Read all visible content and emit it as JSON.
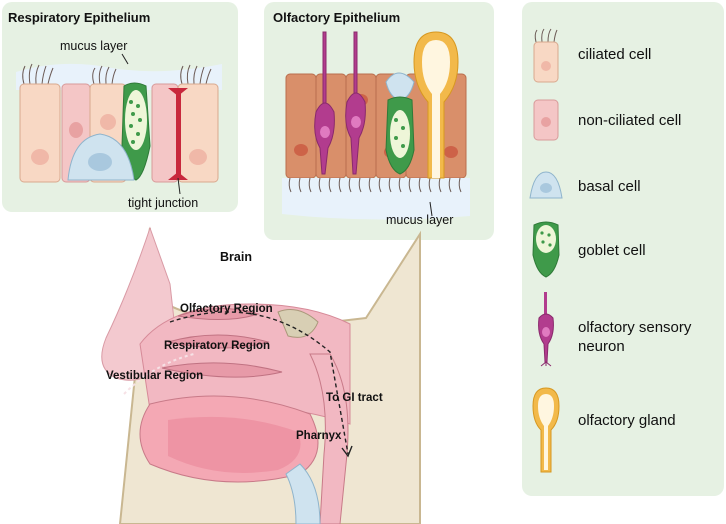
{
  "respiratory": {
    "title": "Respiratory Epithelium",
    "mucus_label": "mucus layer",
    "junction_label": "tight junction"
  },
  "olfactory": {
    "title": "Olfactory Epithelium",
    "mucus_label": "mucus layer"
  },
  "nose": {
    "brain": "Brain",
    "olfactory_region": "Olfactory Region",
    "respiratory_region": "Respiratory Region",
    "vestibular_region": "Vestibular Region",
    "gi_tract": "To GI tract",
    "pharynx": "Pharnyx"
  },
  "legend": [
    {
      "label": "ciliated cell",
      "icon": "ciliated-cell-icon"
    },
    {
      "label": "non-ciliated cell",
      "icon": "non-ciliated-cell-icon"
    },
    {
      "label": "basal cell",
      "icon": "basal-cell-icon"
    },
    {
      "label": "goblet cell",
      "icon": "goblet-cell-icon"
    },
    {
      "label_line1": "olfactory sensory",
      "label_line2": "neuron",
      "icon": "olfactory-sensory-neuron-icon"
    },
    {
      "label": "olfactory gland",
      "icon": "olfactory-gland-icon"
    }
  ],
  "colors": {
    "panel": "#e6f1e3",
    "ciliated": "#f8d8c4",
    "non_ciliated": "#f4c6c6",
    "basal": "#cfe3ef",
    "goblet": "#3f9a4a",
    "neuron": "#b23c8e",
    "gland": "#f2b94a",
    "nasal_tissue": "#f2b8c2"
  }
}
